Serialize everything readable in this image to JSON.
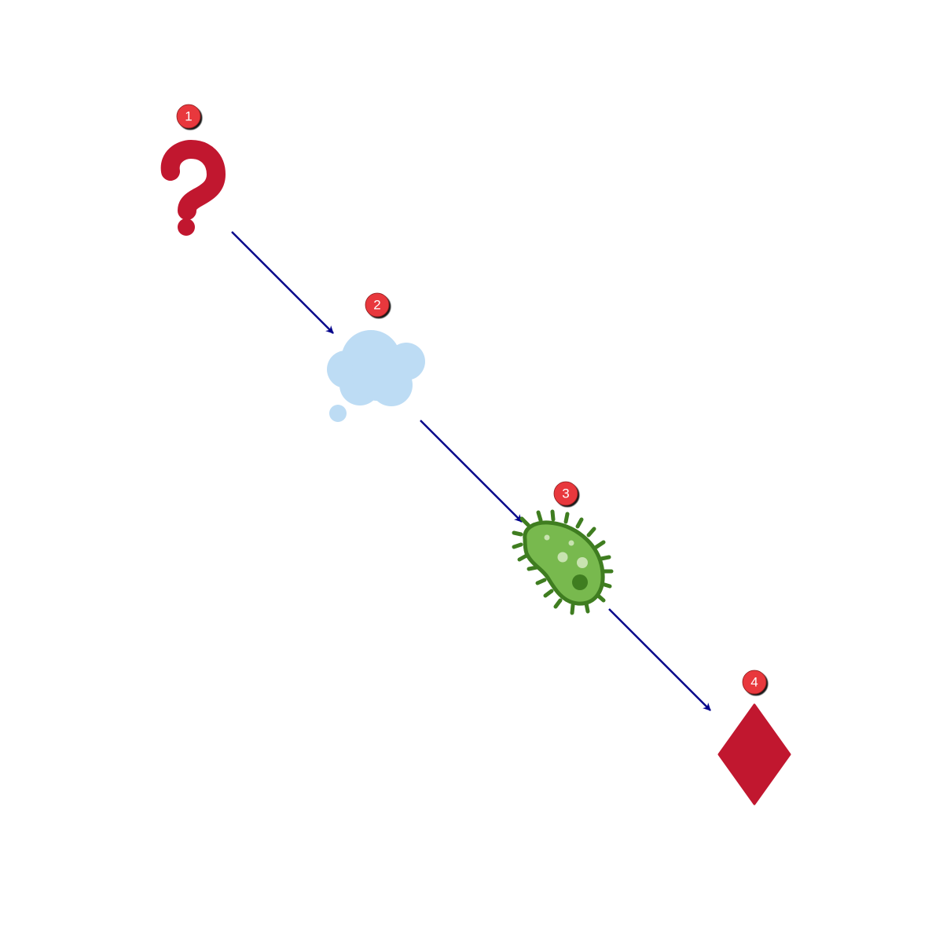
{
  "diagram": {
    "steps": [
      {
        "number": "1",
        "icon": "question-mark-icon"
      },
      {
        "number": "2",
        "icon": "thought-bubble-icon"
      },
      {
        "number": "3",
        "icon": "microbe-icon"
      },
      {
        "number": "4",
        "icon": "diamond-suit-icon"
      }
    ],
    "connections": [
      {
        "from": "1",
        "to": "2"
      },
      {
        "from": "2",
        "to": "3"
      },
      {
        "from": "3",
        "to": "4"
      }
    ]
  },
  "colors": {
    "arrow": "#00008b",
    "badge_fill": "#e8383d",
    "badge_text": "#ffffff",
    "question_mark": "#c1172f",
    "thought_bubble": "#bddcf4",
    "microbe_body": "#78b94e",
    "microbe_outline": "#3f7d20",
    "diamond": "#c1172f"
  }
}
